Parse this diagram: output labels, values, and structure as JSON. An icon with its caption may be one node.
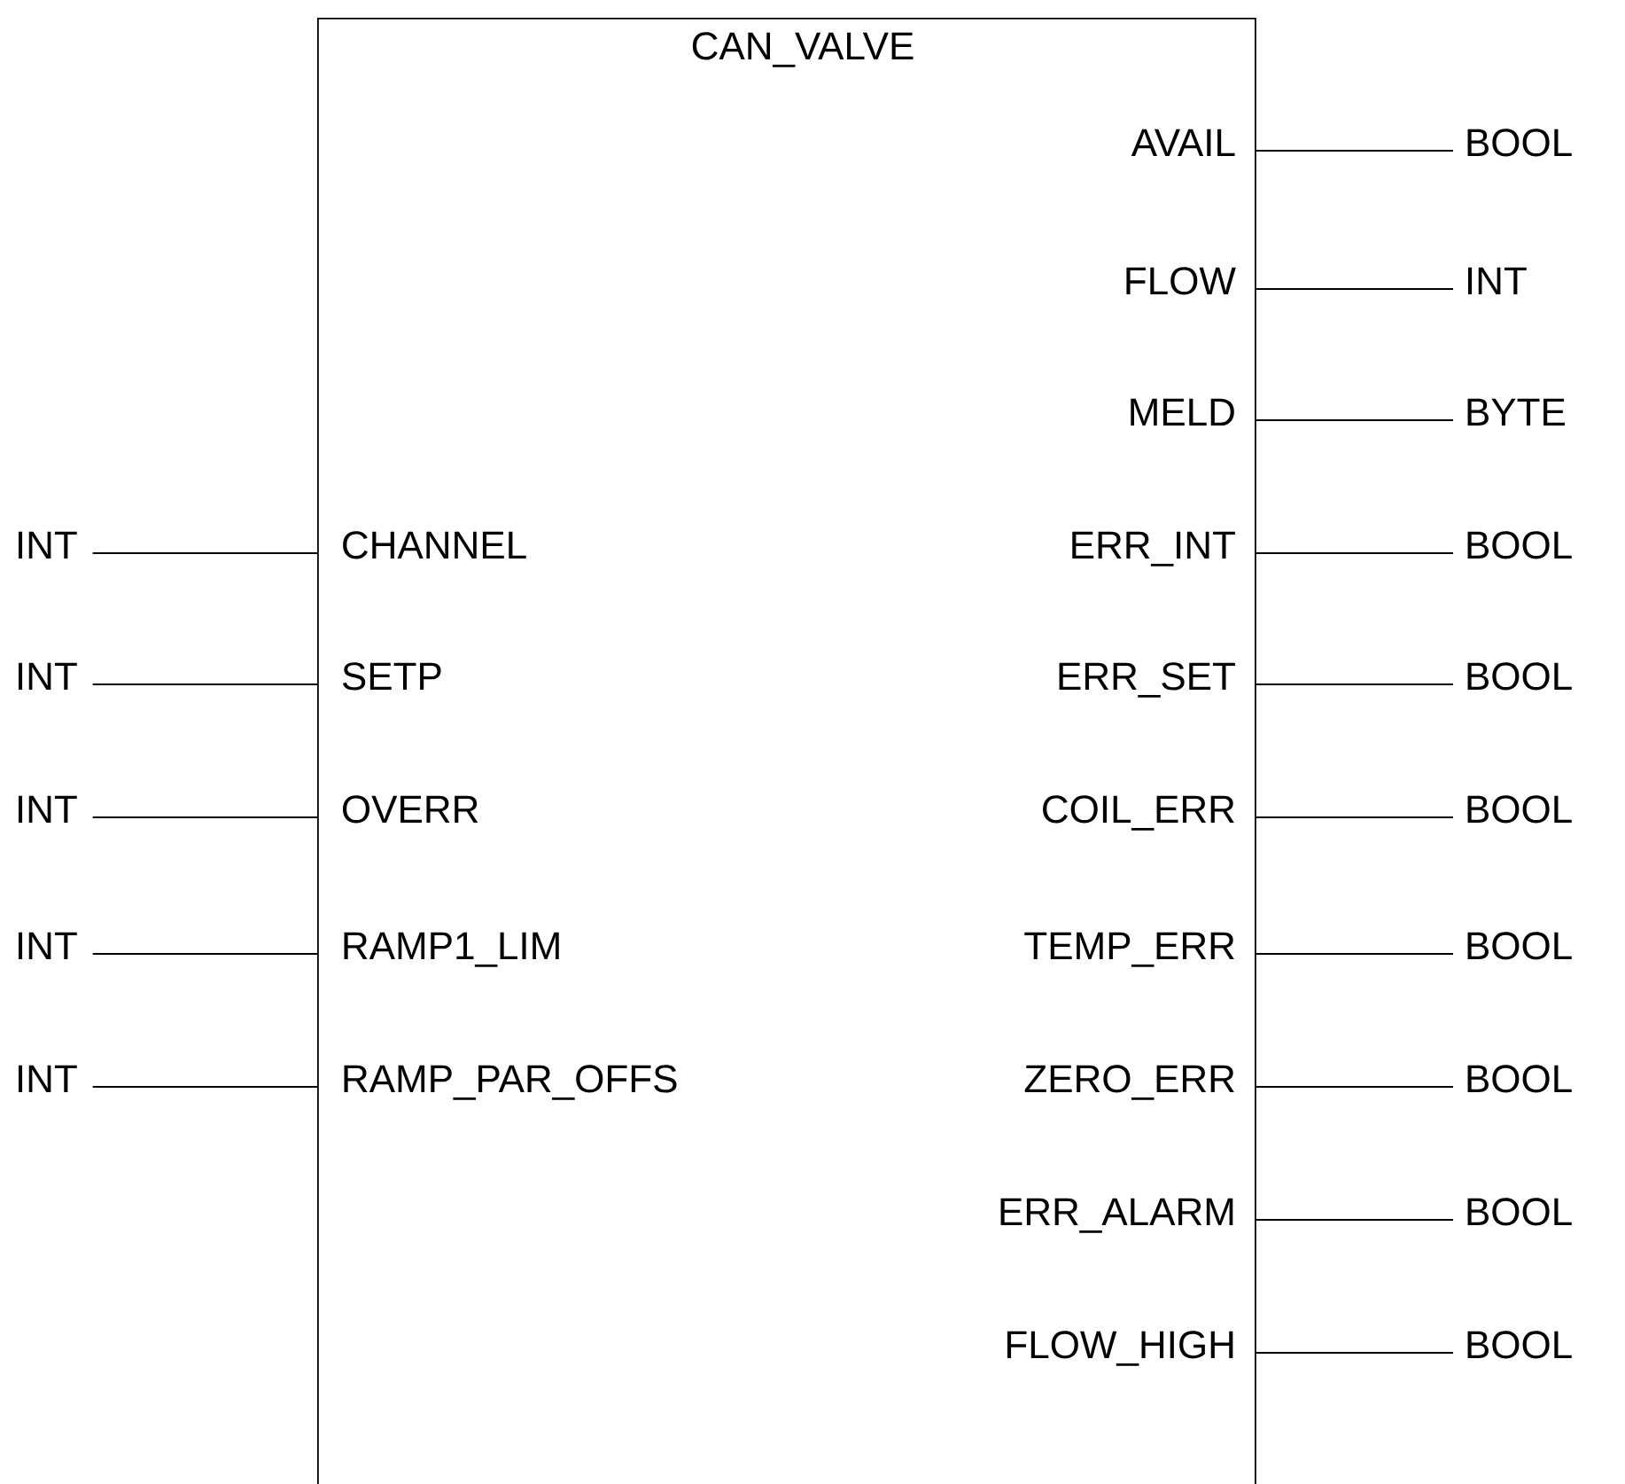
{
  "diagram": {
    "nodes": [
      {
        "text": [
          "CAN_VALVE"
        ]
      },
      {
        "text": [
          "AVAIL"
        ],
        "in": 0
      },
      {
        "text": [
          "BOOL"
        ]
      },
      {
        "text": [
          "FLOW"
        ],
        "in": 0
      },
      {
        "text": [
          "INT"
        ]
      },
      {
        "text": [
          "MELD"
        ],
        "in": 0
      },
      {
        "text": [
          "BYTE"
        ]
      },
      {
        "text": [
          "INT"
        ]
      },
      {
        "text": [
          "CHANNEL"
        ],
        "in": 0
      },
      {
        "text": [
          "ERR_INT"
        ],
        "in": 0
      },
      {
        "text": [
          "BOOL"
        ]
      },
      {
        "text": [
          "INT"
        ]
      },
      {
        "text": [
          "SETP"
        ],
        "in": 0
      },
      {
        "text": [
          "ERR_SET"
        ],
        "in": 0
      },
      {
        "text": [
          "BOOL"
        ]
      },
      {
        "text": [
          "INT"
        ]
      },
      {
        "text": [
          "OVERR"
        ],
        "in": 0
      },
      {
        "text": [
          "COIL_ERR"
        ],
        "in": 0
      },
      {
        "text": [
          "BOOL"
        ]
      },
      {
        "text": [
          "INT"
        ]
      },
      {
        "text": [
          "RAMP1_LIM"
        ],
        "in": 0
      },
      {
        "text": [
          "TEMP_ERR"
        ],
        "in": 0
      },
      {
        "text": [
          "BOOL"
        ]
      },
      {
        "text": [
          "INT"
        ]
      },
      {
        "text": [
          "RAMP_PAR_OFFS"
        ],
        "in": 0
      },
      {
        "text": [
          "ZERO_ERR"
        ],
        "in": 0
      },
      {
        "text": [
          "BOOL"
        ]
      },
      {
        "text": [
          "ERR_ALARM"
        ],
        "in": 0
      },
      {
        "text": [
          "BOOL"
        ]
      },
      {
        "text": [
          "FLOW_HIGH"
        ],
        "in": 0
      },
      {
        "text": [
          "BOOL"
        ]
      }
    ],
    "edges": [
      {
        "from": 1,
        "to": 2,
        "arrow": "none"
      },
      {
        "from": 3,
        "to": 4,
        "arrow": "none"
      },
      {
        "from": 5,
        "to": 6,
        "arrow": "none"
      },
      {
        "from": 7,
        "to": 8,
        "arrow": "none"
      },
      {
        "from": 9,
        "to": 10,
        "arrow": "none"
      },
      {
        "from": 11,
        "to": 12,
        "arrow": "none"
      },
      {
        "from": 13,
        "to": 14,
        "arrow": "none"
      },
      {
        "from": 15,
        "to": 16,
        "arrow": "none"
      },
      {
        "from": 17,
        "to": 18,
        "arrow": "none"
      },
      {
        "from": 19,
        "to": 20,
        "arrow": "none"
      },
      {
        "from": 21,
        "to": 22,
        "arrow": "none"
      },
      {
        "from": 23,
        "to": 24,
        "arrow": "none"
      },
      {
        "from": 25,
        "to": 26,
        "arrow": "none"
      },
      {
        "from": 27,
        "to": 28,
        "arrow": "none"
      },
      {
        "from": 29,
        "to": 30,
        "arrow": "none"
      }
    ]
  }
}
